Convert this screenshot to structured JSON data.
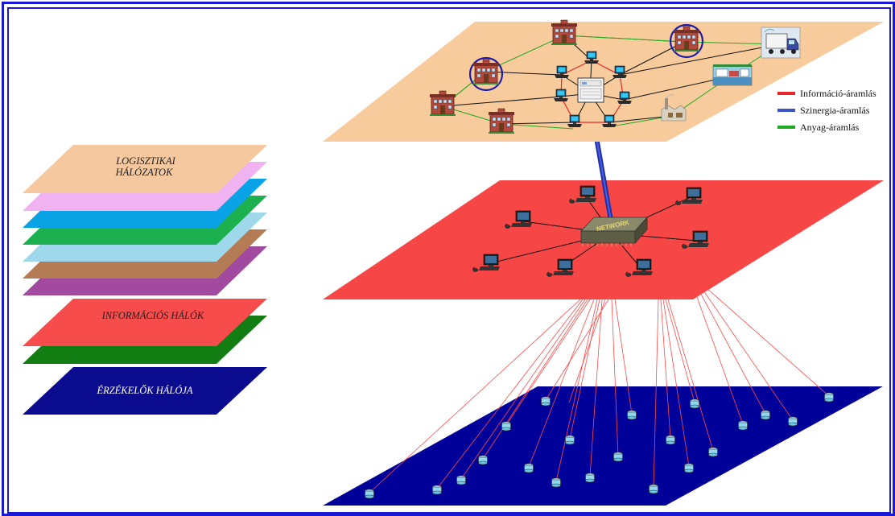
{
  "stack_labels": {
    "logistics_line1": "LOGISZTIKAI",
    "logistics_line2": "HÁLÓZATOK",
    "information": "INFORMÁCIÓS HÁLÓK",
    "sensors": "ÉRZÉKELŐK HÁLÓJA"
  },
  "legend": {
    "items": [
      {
        "label": "Információ-áramlás",
        "color": "#e8262b"
      },
      {
        "label": "Szinergia-áramlás",
        "color": "#3d55c9"
      },
      {
        "label": "Anyag-áramlás",
        "color": "#1faa22"
      }
    ]
  },
  "hub_label": "NETWORK",
  "colors": {
    "frame": "#1a1ad6",
    "logistics_plane": "#f8cb9c",
    "information_plane": "#f74646",
    "sensor_plane": "#010199",
    "stack_layers": [
      "#f5c89f",
      "#f0b2f0",
      "#0aa3e6",
      "#1cb04f",
      "#9ed8ea",
      "#b47c55",
      "#a14aa0",
      "#f74c4c",
      "#127d12",
      "#0b0b8f"
    ]
  },
  "icons": [
    "building-icon",
    "computer-icon",
    "server-icon",
    "truck-icon",
    "warehouse-icon",
    "sensor-icon",
    "network-hub-icon"
  ]
}
